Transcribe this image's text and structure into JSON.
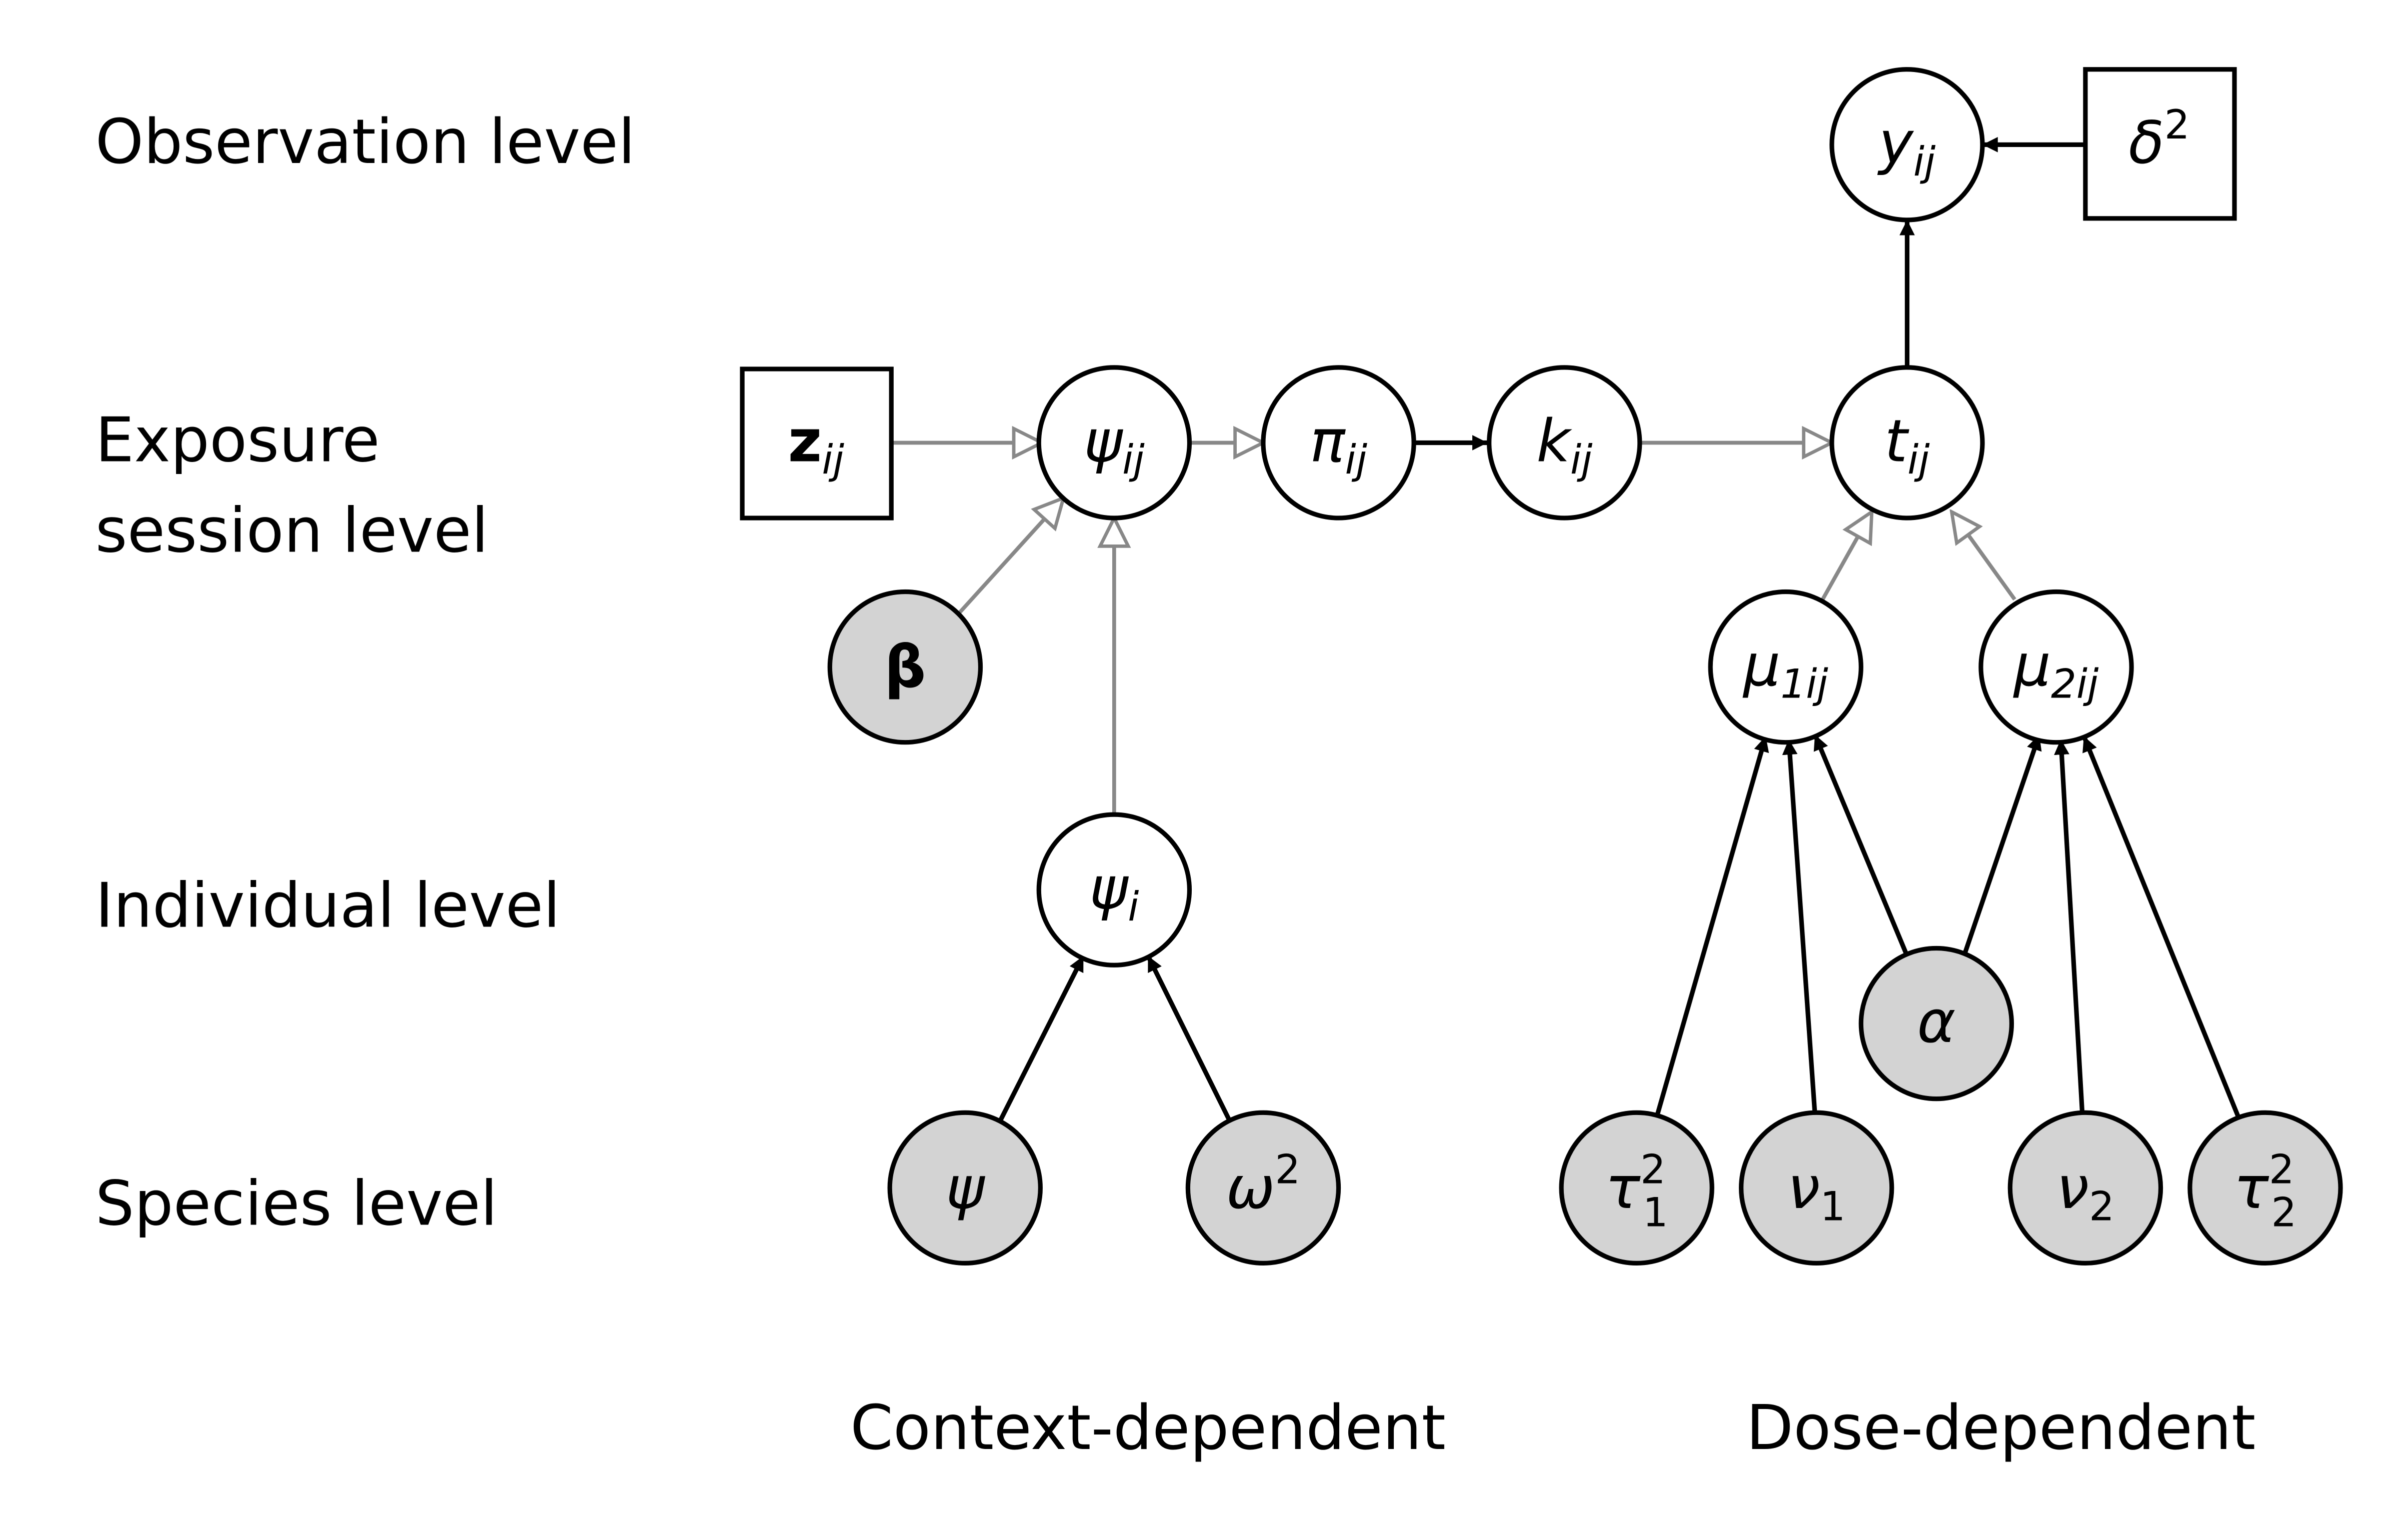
{
  "levels": {
    "observation": "Observation level",
    "exposure_line1": "Exposure",
    "exposure_line2": "session level",
    "individual": "Individual level",
    "species": "Species level"
  },
  "groups": {
    "context": "Context-dependent",
    "dose": "Dose-dependent"
  },
  "nodes": {
    "y": {
      "base": "y",
      "sub": "ij"
    },
    "delta": {
      "base": "δ",
      "sup": "2"
    },
    "z": {
      "base": "z",
      "sub": "ij"
    },
    "psi_ij": {
      "base": "ψ",
      "sub": "ij"
    },
    "pi": {
      "base": "π",
      "sub": "ij"
    },
    "k": {
      "base": "k",
      "sub": "ij"
    },
    "t": {
      "base": "t",
      "sub": "ij"
    },
    "beta": {
      "base": "β"
    },
    "mu1": {
      "base": "μ",
      "sub": "1ij"
    },
    "mu2": {
      "base": "μ",
      "sub": "2ij"
    },
    "psi_i": {
      "base": "ψ",
      "sub": "i"
    },
    "alpha": {
      "base": "α"
    },
    "psi": {
      "base": "ψ"
    },
    "omega": {
      "base": "ω",
      "sup": "2"
    },
    "tau1": {
      "base": "τ",
      "sup": "2",
      "sub": "1"
    },
    "nu1": {
      "base": "ν",
      "sub": "1"
    },
    "nu2": {
      "base": "ν",
      "sub": "2"
    },
    "tau2": {
      "base": "τ",
      "sup": "2",
      "sub": "2"
    }
  },
  "colors": {
    "shaded_fill": "#d3d3d3",
    "white_fill": "#ffffff",
    "stroke": "#000000",
    "deterministic_edge": "#888888",
    "stochastic_edge": "#000000"
  }
}
